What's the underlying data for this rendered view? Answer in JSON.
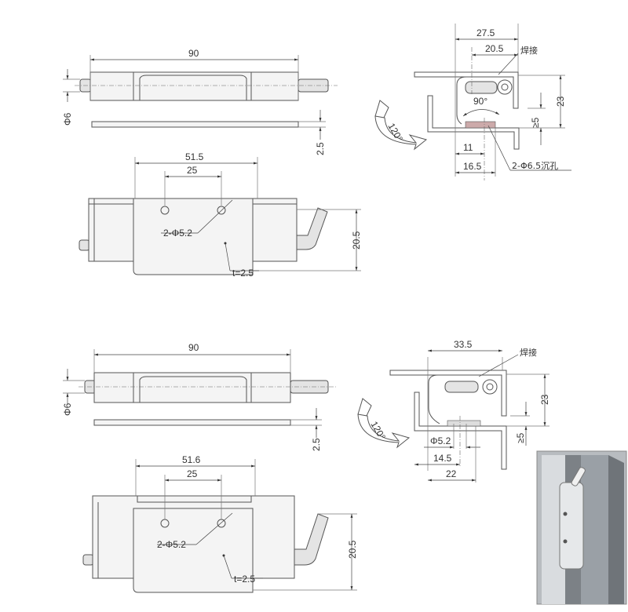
{
  "drawing_1": {
    "front_view": {
      "length": "90",
      "pin_diameter": "Φ6",
      "plate_thickness": "2.5"
    },
    "top_view": {
      "hole_span_outer": "51.5",
      "hole_spacing": "25",
      "holes": "2-Φ5.2",
      "width": "20.5",
      "thickness": "t=2.5"
    },
    "section_view": {
      "width_outer": "27.5",
      "width_inner": "20.5",
      "weld_note": "焊接",
      "angle_inner": "90°",
      "height": "23",
      "gap": "≥5",
      "rotation": "120°",
      "hole_offset": "11",
      "hole_offset_2": "16.5",
      "countersink": "2-Φ6.5沉孔"
    }
  },
  "drawing_2": {
    "front_view": {
      "length": "90",
      "pin_diameter": "Φ6",
      "plate_thickness": "2.5"
    },
    "top_view": {
      "hole_span_outer": "51.6",
      "hole_spacing": "25",
      "holes": "2-Φ5.2",
      "width": "20.5",
      "thickness": "t=2.5"
    },
    "section_view": {
      "width_outer": "33.5",
      "weld_note": "焊接",
      "height": "23",
      "gap": "≥5",
      "rotation": "120°",
      "hole_diameter": "Φ5.2",
      "hole_offset": "14.5",
      "hole_offset_2": "22"
    }
  }
}
